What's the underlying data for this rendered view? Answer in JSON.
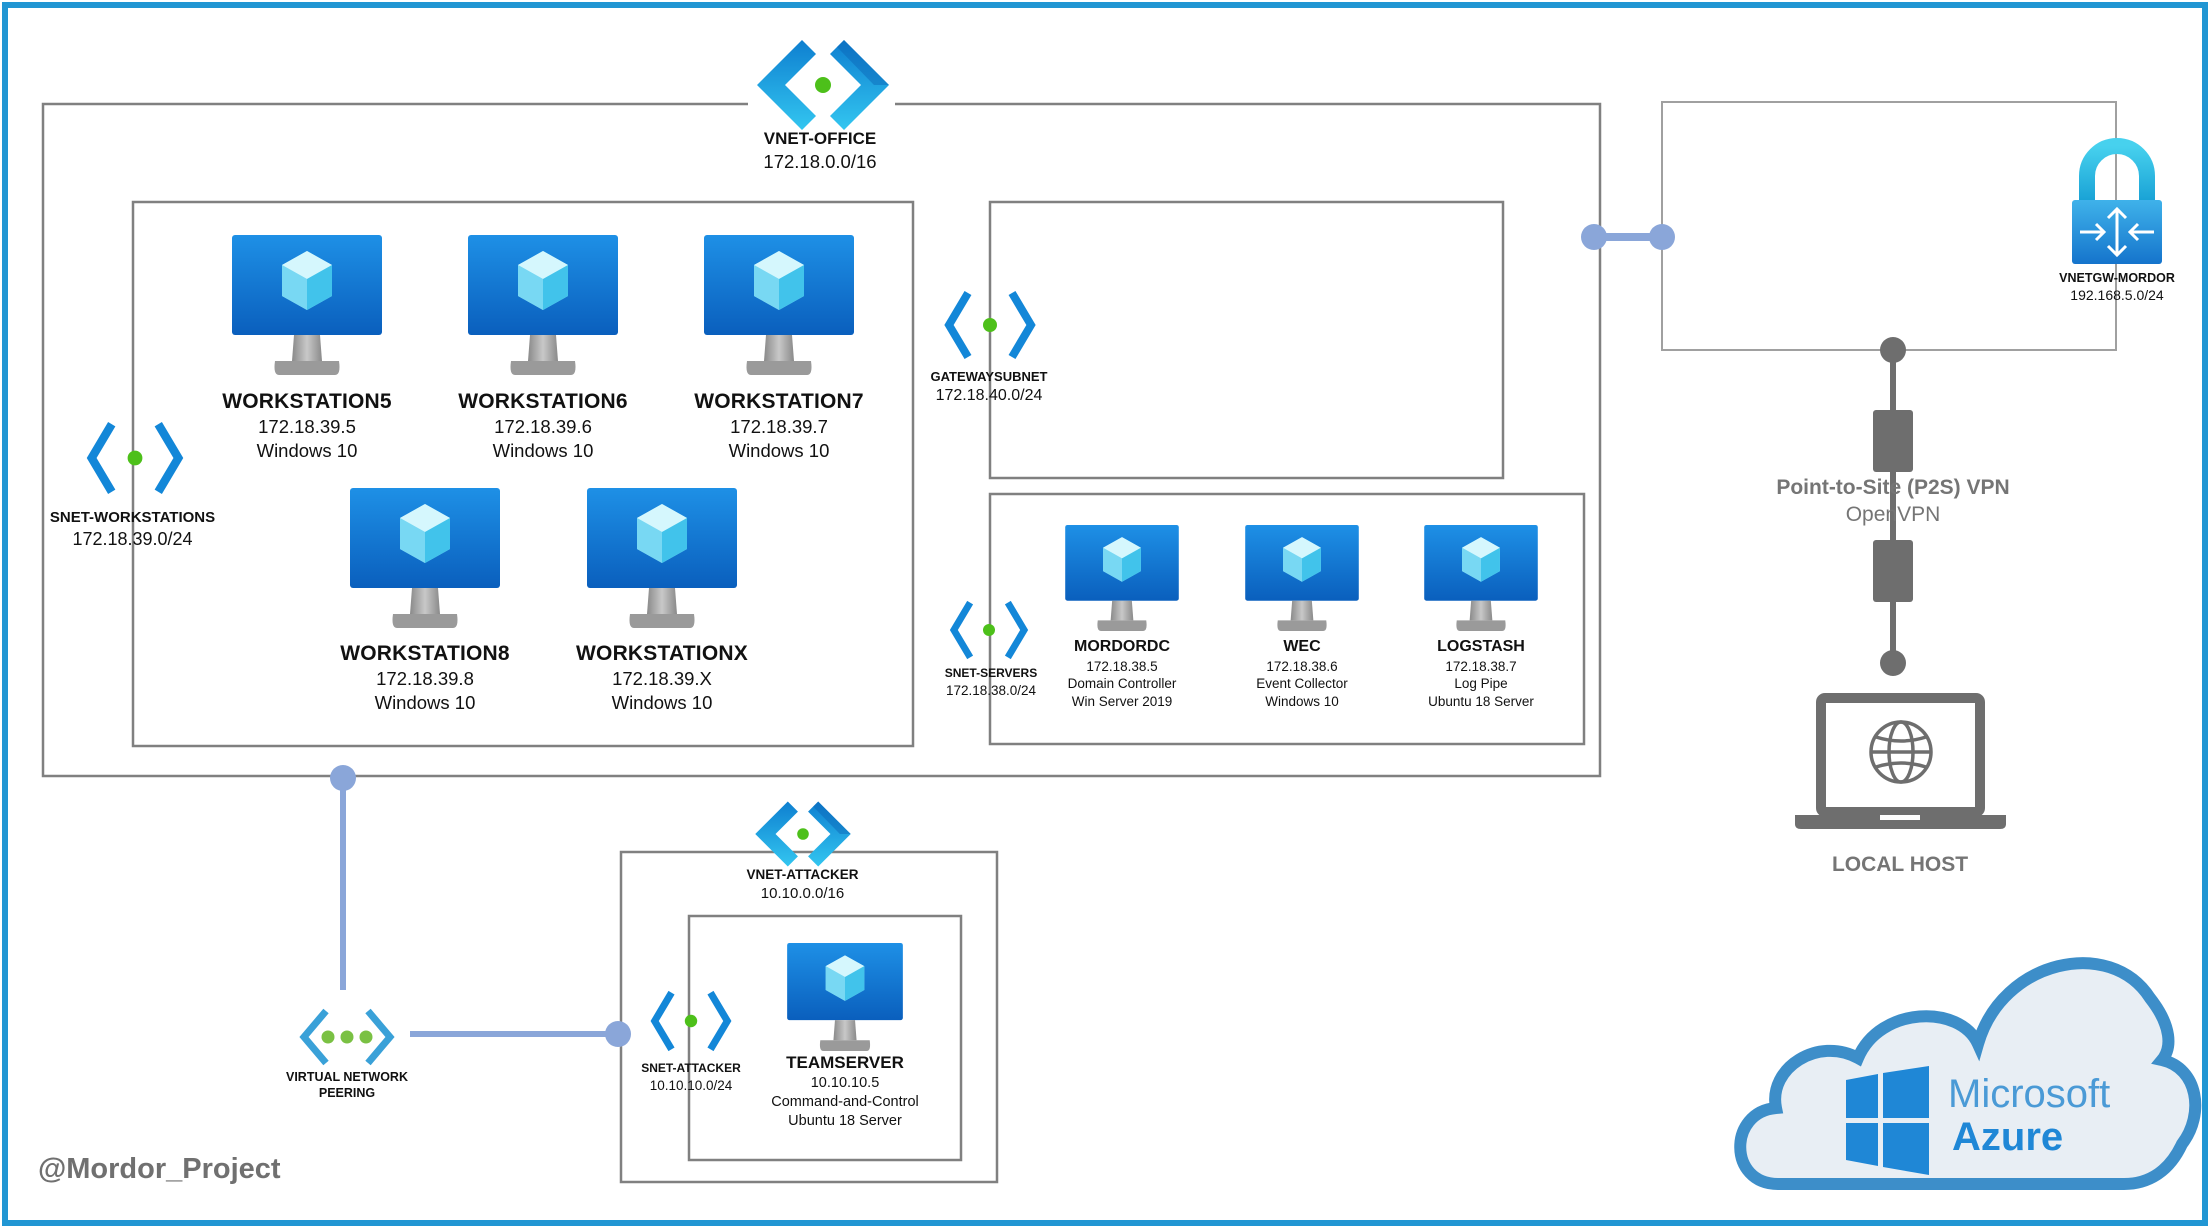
{
  "vnet_office": {
    "name": "VNET-OFFICE",
    "cidr": "172.18.0.0/16"
  },
  "snet_workstations": {
    "name": "SNET-WORKSTATIONS",
    "cidr": "172.18.39.0/24"
  },
  "gateway_subnet": {
    "name": "GATEWAYSUBNET",
    "cidr": "172.18.40.0/24"
  },
  "snet_servers": {
    "name": "SNET-SERVERS",
    "cidr": "172.18.38.0/24"
  },
  "vnet_attacker": {
    "name": "VNET-ATTACKER",
    "cidr": "10.10.0.0/16"
  },
  "snet_attacker": {
    "name": "SNET-ATTACKER",
    "cidr": "10.10.10.0/24"
  },
  "peering": {
    "line1": "VIRTUAL NETWORK",
    "line2": "PEERING"
  },
  "vnet_gateway": {
    "name": "VNETGW-MORDOR",
    "cidr": "192.168.5.0/24"
  },
  "vpn": {
    "title": "Point-to-Site (P2S) VPN",
    "protocol": "OpenVPN"
  },
  "local_host": {
    "name": "LOCAL HOST"
  },
  "workstations": [
    {
      "name": "WORKSTATION5",
      "ip": "172.18.39.5",
      "os": "Windows 10"
    },
    {
      "name": "WORKSTATION6",
      "ip": "172.18.39.6",
      "os": "Windows 10"
    },
    {
      "name": "WORKSTATION7",
      "ip": "172.18.39.7",
      "os": "Windows 10"
    },
    {
      "name": "WORKSTATION8",
      "ip": "172.18.39.8",
      "os": "Windows 10"
    },
    {
      "name": "WORKSTATIONX",
      "ip": "172.18.39.X",
      "os": "Windows 10"
    }
  ],
  "servers": [
    {
      "name": "MORDORDC",
      "ip": "172.18.38.5",
      "role": "Domain Controller",
      "os": "Win Server 2019"
    },
    {
      "name": "WEC",
      "ip": "172.18.38.6",
      "role": "Event Collector",
      "os": "Windows 10"
    },
    {
      "name": "LOGSTASH",
      "ip": "172.18.38.7",
      "role": "Log Pipe",
      "os": "Ubuntu 18 Server"
    }
  ],
  "teamserver": {
    "name": "TEAMSERVER",
    "ip": "10.10.10.5",
    "role": "Command-and-Control",
    "os": "Ubuntu 18 Server"
  },
  "branding": {
    "word1": "Microsoft",
    "word2": "Azure",
    "handle": "@Mordor_Project"
  },
  "colors": {
    "frame": "#2196d3",
    "box": "#808080",
    "link": "#8aa6d9",
    "azure_blue": "#1f87d6",
    "cloud": "#3d8ec9",
    "dot": "#4dc01a",
    "device_gray": "#6e6e6e"
  }
}
